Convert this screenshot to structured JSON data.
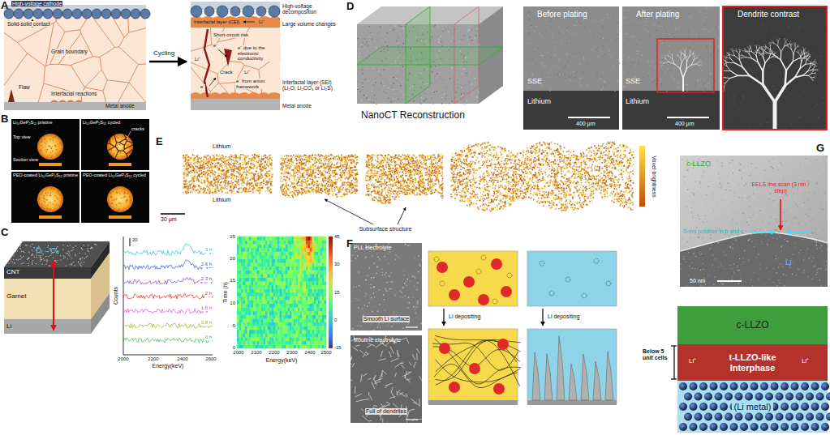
{
  "diagram": {
    "nodes": [
      {
        "text": [
          "c-LLZO"
        ]
      },
      {
        "text": [
          "t-LLZO-like Interphase"
        ]
      },
      {
        "text": [
          "(Li metal)"
        ]
      }
    ],
    "labels": [
      "A",
      "High-voltage cathode",
      "Solid-solid contact",
      "Grain boundary",
      "Flaw",
      "Interfacial reactions",
      "Metal anode",
      "Cycling",
      "High-voltage decomposition",
      "Large volume changes",
      "Interfacial layer (CEI)",
      "Li⁺",
      "Short-circuit risk",
      "Li⁺",
      "e⁻ due to the electronic conductivity",
      "e⁻",
      "Crack",
      "Li⁺",
      "e⁻ from anion framework",
      "e⁻",
      "Interfacial layer (SEI) (Li₂O, Li₂CO₃ or Li₂S)",
      "Metal anode",
      "B",
      "Li₁₀GeP₂S₁₂ pristine",
      "Li₁₀GeP₂S₁₂ cycled",
      "Top view",
      "Section view",
      "cracks",
      "PEO-coated Li₁₀GeP₂S₁₂ pristine",
      "PEO-coated Li₁₀GeP₂S₁₂ cycled",
      "C",
      "Oᵣ→Oₐ",
      "CNT",
      "Garnet",
      "Li",
      "20",
      "3 h",
      "2.6 h",
      "2.3 h",
      "2 h",
      "1.5 h",
      "0.8 h",
      "0 h",
      "Counts",
      "2000",
      "2200",
      "2400",
      "2600",
      "Energy(keV)",
      "Time (h)",
      "0",
      "5",
      "10",
      "15",
      "20",
      "25",
      "2000",
      "2100",
      "2200",
      "2300",
      "2400",
      "2500",
      "Energy(keV)",
      "45",
      "30",
      "15",
      "0",
      "-15",
      "D",
      "NanoCT Reconstruction",
      "Before plating",
      "SSE",
      "Lithium",
      "400 μm",
      "After plating",
      "SSE",
      "Lithium",
      "400 μm",
      "Dendrite contrast",
      "E",
      "Lithium",
      "Lithium",
      "30 μm",
      "Subsurface structure",
      "Voxel brightness",
      "F",
      "PLL electrolyte",
      "Smooth Li surface",
      "Routine electrolyte",
      "Full of dendrites",
      "Li depositing",
      "Li depositing",
      "G",
      "c-LLZO",
      "EELS line scan (3 nm / step)",
      "0-nm position in b and c",
      "Li",
      "50 nm",
      "Below 5 unit cells",
      "Li⁺",
      "Li⁺"
    ]
  }
}
